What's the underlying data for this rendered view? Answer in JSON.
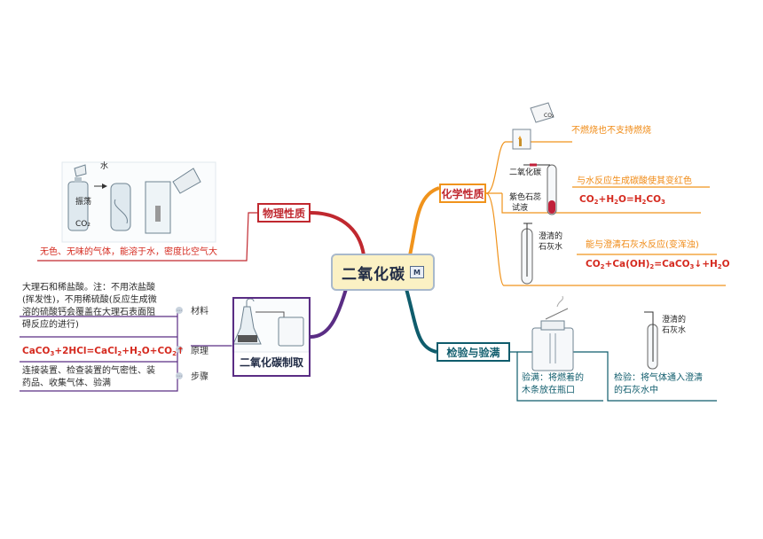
{
  "central": {
    "title": "二氧化碳",
    "icon": "mindmap-icon",
    "icon_glyph": "M"
  },
  "colors": {
    "physical": "#c0282f",
    "chemical": "#f0931c",
    "test": "#0f5c6c",
    "prep": "#5a2d84",
    "central_fill": "#fbf1c4"
  },
  "physical": {
    "label": "物理性质",
    "fig_labels": {
      "water": "水",
      "shake": "振荡",
      "co2": "CO₂"
    },
    "desc": "无色、无味的气体，能溶于水，密度比空气大"
  },
  "chemical": {
    "label": "化学性质",
    "fig1_label": "CO₂",
    "item1": "不燃烧也不支持燃烧",
    "fig2_labels": {
      "co2": "二氧化碳",
      "litmus_line1": "紫色石蕊",
      "litmus_line2": "试液"
    },
    "item2_title": "与水反应生成碳酸使其变红色",
    "item2_formula": {
      "a": "CO",
      "b": "2",
      "c": "+H",
      "d": "2",
      "e": "O=H",
      "f": "2",
      "g": "CO",
      "h": "3"
    },
    "fig3_labels": {
      "line1": "澄清的",
      "line2": "石灰水"
    },
    "item3_title": "能与澄清石灰水反应(变浑浊)",
    "item3_formula": {
      "a": "CO",
      "b": "2",
      "c": "+Ca(OH)",
      "d": "2",
      "e": "=CaCO",
      "f": "3",
      "g": "↓+H",
      "h": "2",
      "i": "O"
    }
  },
  "test": {
    "label": "检验与验满",
    "full_line1": "验满：将燃着的",
    "full_line2": "木条放在瓶口",
    "fig_labels": {
      "line1": "澄清的",
      "line2": "石灰水"
    },
    "check_line1": "检验：将气体通入澄清",
    "check_line2": "的石灰水中"
  },
  "prep": {
    "label": "二氧化碳制取",
    "materials_tag": "材料",
    "materials_lines": [
      "大理石和稀盐酸。注：不用浓盐酸",
      "(挥发性)，不用稀硫酸(反应生成微",
      "溶的硫酸钙会覆盖在大理石表面阻",
      "碍反应的进行)"
    ],
    "principle_tag": "原理",
    "principle_formula": {
      "a": "CaCO",
      "b": "3",
      "c": "+2HCl=CaCl",
      "d": "2",
      "e": "+H",
      "f": "2",
      "g": "O+CO",
      "h": "2",
      "i": "↑"
    },
    "steps_tag": "步骤",
    "steps_lines": [
      "连接装置、检查装置的气密性、装",
      "药品、收集气体、验满"
    ]
  }
}
